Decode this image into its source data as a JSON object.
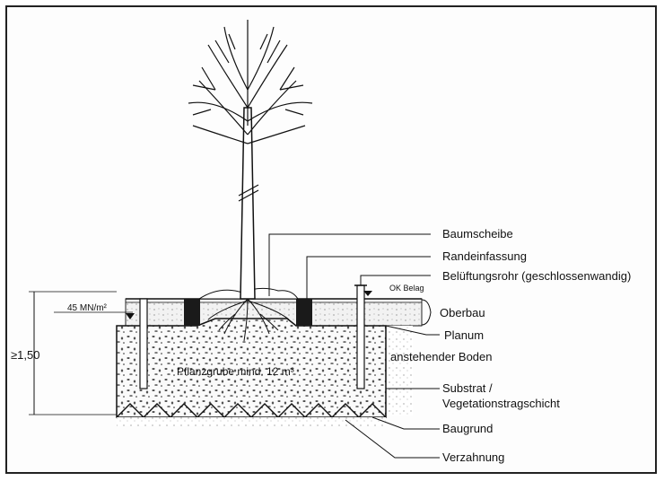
{
  "labels": {
    "baumscheibe": "Baumscheibe",
    "randeinfassung": "Randeinfassung",
    "belueftungsrohr": "Belüftungsrohr (geschlossenwandig)",
    "ok_belag": "OK Belag",
    "oberbau": "Oberbau",
    "planum": "Planum",
    "anstehender_boden": "anstehender Boden",
    "substrat_line1": "Substrat /",
    "substrat_line2": "Vegetationstragschicht",
    "baugrund": "Baugrund",
    "verzahnung": "Verzahnung",
    "pflanzgrube": "Pflanzgrube mind. 12 m³",
    "modulus": "45 MN/m²",
    "depth": "≥1,50"
  }
}
